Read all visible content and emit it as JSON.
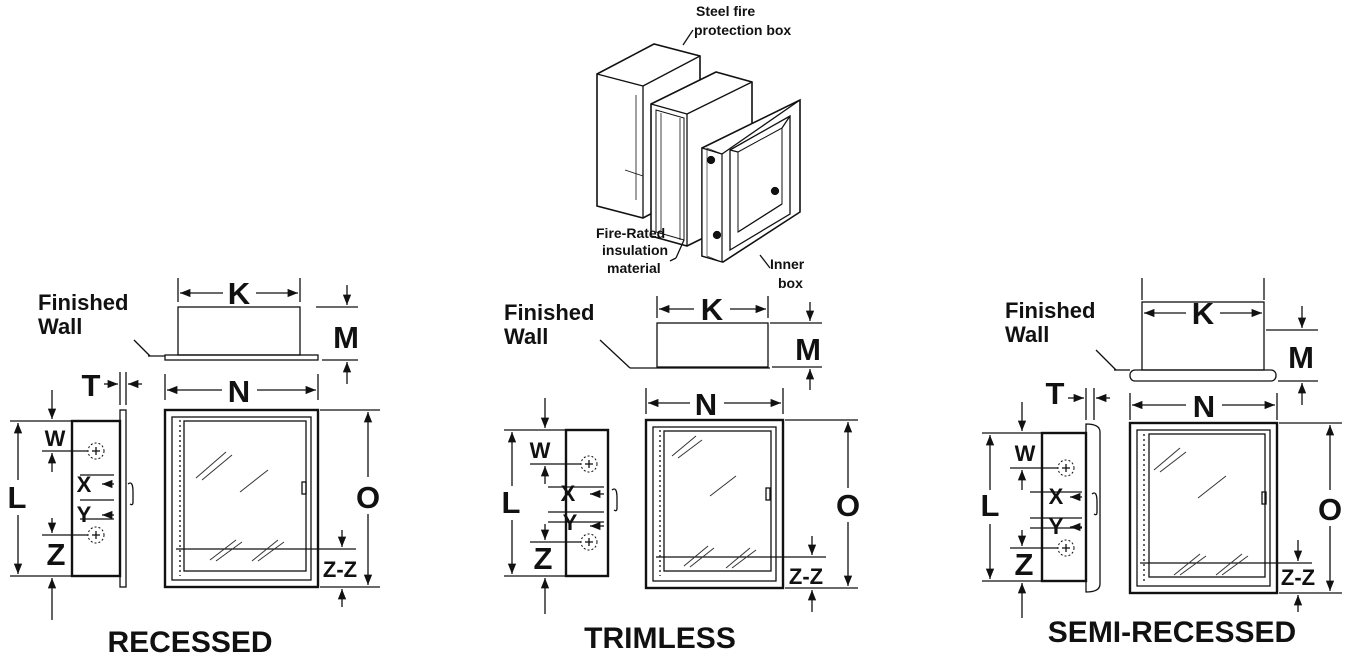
{
  "exploded": {
    "steel_box": "Steel fire protection box",
    "steel_box_line1": "Steel fire",
    "steel_box_line2": "protection box",
    "insulation_line1": "Fire-Rated",
    "insulation_line2": "insulation",
    "insulation_line3": "material",
    "inner_line1": "Inner",
    "inner_line2": "box"
  },
  "labels": {
    "finished_line1": "Finished",
    "finished_line2": "Wall"
  },
  "dims": {
    "K": "K",
    "M": "M",
    "N": "N",
    "O": "O",
    "L": "L",
    "T": "T",
    "W": "W",
    "X": "X",
    "Y": "Y",
    "Z": "Z",
    "ZZ": "Z-Z"
  },
  "titles": {
    "recessed": "RECESSED",
    "trimless": "TRIMLESS",
    "semi_recessed": "SEMI-RECESSED"
  }
}
